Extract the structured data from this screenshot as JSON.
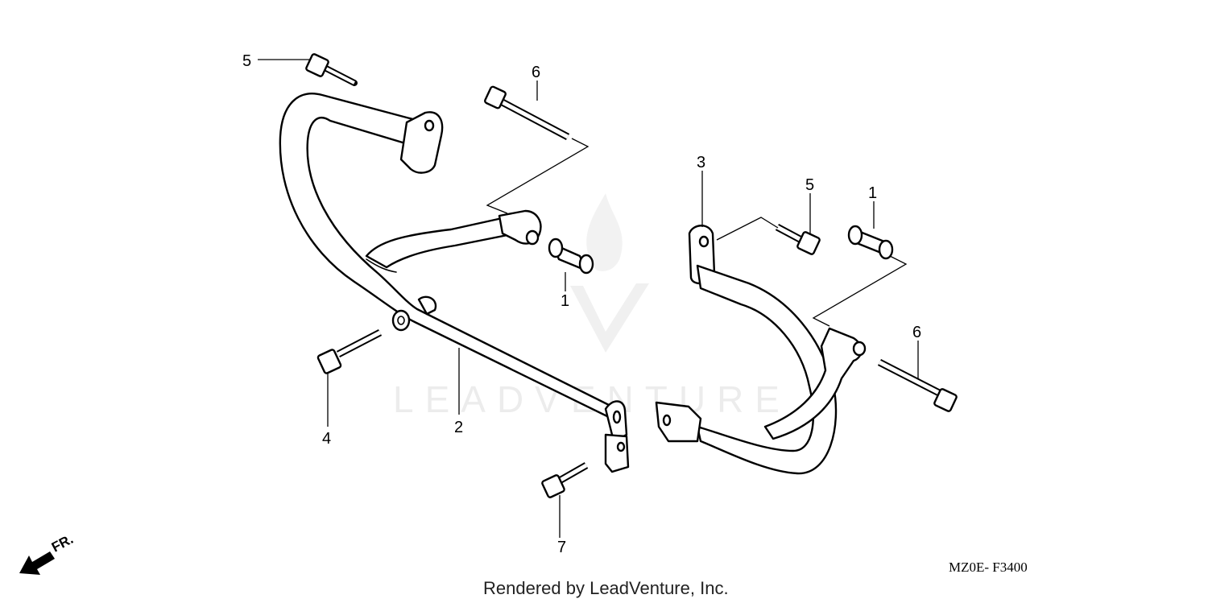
{
  "callouts": {
    "c5_left": "5",
    "c6_top": "6",
    "c1_left": "1",
    "c4": "4",
    "c2": "2",
    "c7": "7",
    "c3": "3",
    "c5_right": "5",
    "c1_right": "1",
    "c6_right": "6"
  },
  "direction_label": "FR.",
  "diagram_code": "MZ0E- F3400",
  "credit": "Rendered by LeadVenture, Inc.",
  "watermark": "LEADVENTURE",
  "icons": [
    "front-direction-arrow-icon"
  ],
  "colors": {
    "line": "#000000",
    "background": "#ffffff"
  }
}
